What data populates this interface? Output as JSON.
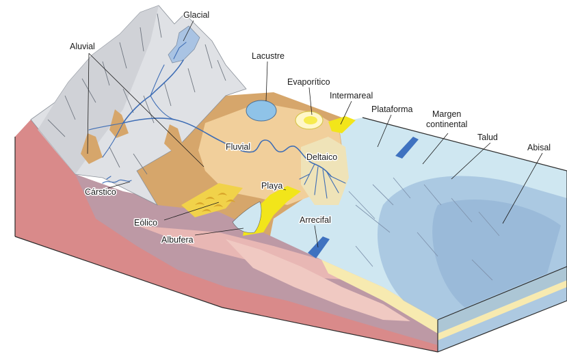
{
  "labels": {
    "glacial": "Glacial",
    "aluvial": "Aluvial",
    "lacustre": "Lacustre",
    "evaporitico": "Evaporítico",
    "intermareal": "Intermareal",
    "plataforma": "Plataforma",
    "margen_line1": "Margen",
    "margen_line2": "continental",
    "talud": "Talud",
    "abisal": "Abisal",
    "fluvial": "Fluvial",
    "deltaico": "Deltaico",
    "playa": "Playa",
    "carstico": "Cárstico",
    "eolico": "Eólico",
    "albufera": "Albufera",
    "arrecifal": "Arrecifal"
  },
  "colors": {
    "mountain": "#dfe1e5",
    "alluvial_plain": "#d6a66b",
    "floodplain": "#f1cf9b",
    "sea": "#cfe7f1",
    "deep_sea": "#9fbfdc",
    "beach": "#f2e51a",
    "crust_red": "#d98a8a",
    "crust_purple": "#b99aa7",
    "river": "#3e6db5",
    "lake": "#8fc3e8",
    "dune": "#f1d24a",
    "sediment_layer": "#f7eab0"
  }
}
